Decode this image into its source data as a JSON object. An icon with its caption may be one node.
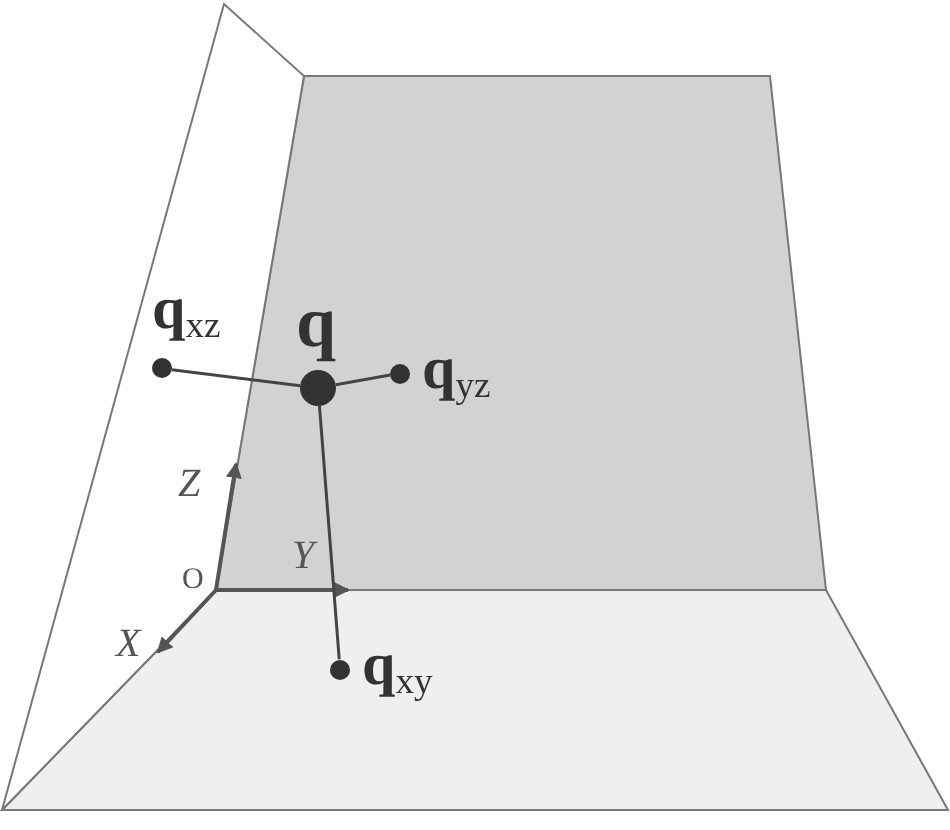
{
  "diagram": {
    "nodes": [
      {
        "text": [
          "q$_{xz}$"
        ]
      },
      {
        "text": [
          "q"
        ]
      },
      {
        "text": [
          "q$_{yz}$"
        ]
      },
      {
        "text": [
          "q$_{xy}$"
        ]
      }
    ],
    "edges": [
      {
        "from": 1,
        "to": 0,
        "arrow": "none"
      },
      {
        "from": 1,
        "to": 2,
        "arrow": "none"
      },
      {
        "from": 1,
        "to": 3,
        "arrow": "none"
      }
    ],
    "labels": [
      "Z",
      "Y",
      "O",
      "X"
    ]
  }
}
